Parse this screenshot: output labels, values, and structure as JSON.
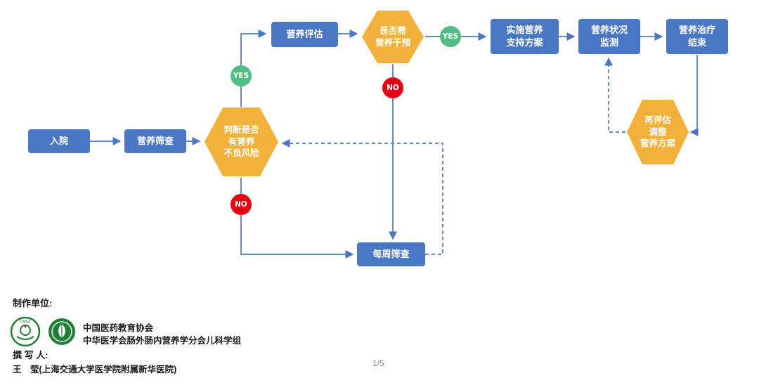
{
  "flow": {
    "nodes": {
      "admission": {
        "label": "入院"
      },
      "screening": {
        "label": "营养筛查"
      },
      "risk_decision": {
        "lines": [
          "判断是否",
          "有营养",
          "不良风险"
        ]
      },
      "assessment": {
        "label": "营养评估"
      },
      "intervention_decision": {
        "lines": [
          "是否需",
          "营养干预"
        ]
      },
      "implement": {
        "lines": [
          "实施营养",
          "支持方案"
        ]
      },
      "monitoring": {
        "lines": [
          "营养状况",
          "监测"
        ]
      },
      "treatment_end": {
        "lines": [
          "营养治疗",
          "结束"
        ]
      },
      "reassess": {
        "lines": [
          "再评估",
          "调整",
          "营养方案"
        ]
      },
      "weekly": {
        "label": "每周筛查"
      }
    },
    "badges": {
      "yes_risk": "YES",
      "no_risk": "NO",
      "yes_intervention": "YES",
      "no_intervention": "NO"
    },
    "colors": {
      "process_blue": "#4a77c4",
      "decision_orange": "#f3b13b",
      "yes_green": "#4fbe84",
      "no_red": "#e60012",
      "arrow_blue": "#4a77c4"
    }
  },
  "footer": {
    "producer_label": "制作单位:",
    "org1": "中国医药教育协会",
    "org2": "中华医学会肠外肠内营养学分会儿科学组",
    "author_label": "撰 写 人:",
    "author": "王　莹(上海交通大学医学院附属新华医院)",
    "page": "1/5"
  }
}
